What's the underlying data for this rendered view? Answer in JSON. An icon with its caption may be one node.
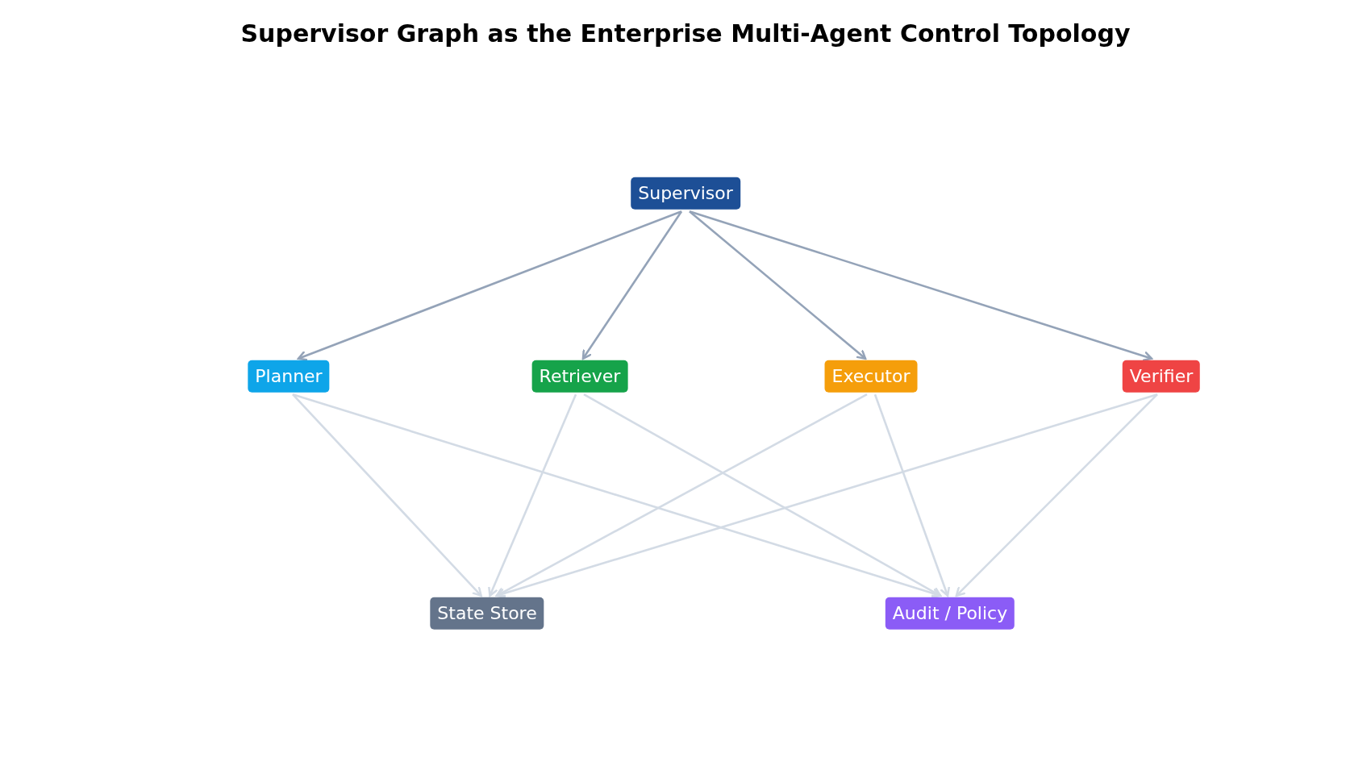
{
  "diagram": {
    "title": "Supervisor Graph as the Enterprise Multi-Agent Control Topology",
    "nodes": [
      {
        "text": [
          "Supervisor"
        ]
      },
      {
        "text": [
          "Planner"
        ]
      },
      {
        "text": [
          "Retriever"
        ]
      },
      {
        "text": [
          "Executor"
        ]
      },
      {
        "text": [
          "Verifier"
        ]
      },
      {
        "text": [
          "State Store"
        ]
      },
      {
        "text": [
          "Audit / Policy"
        ]
      }
    ],
    "edges": [
      {
        "from": 0,
        "to": 1,
        "arrow": "to",
        "color": "#94a3b8"
      },
      {
        "from": 0,
        "to": 2,
        "arrow": "to",
        "color": "#94a3b8"
      },
      {
        "from": 0,
        "to": 3,
        "arrow": "to",
        "color": "#94a3b8"
      },
      {
        "from": 0,
        "to": 4,
        "arrow": "to",
        "color": "#94a3b8"
      },
      {
        "from": 1,
        "to": 5,
        "arrow": "to"
      },
      {
        "from": 1,
        "to": 6,
        "arrow": "to"
      },
      {
        "from": 2,
        "to": 5,
        "arrow": "to"
      },
      {
        "from": 2,
        "to": 6,
        "arrow": "to"
      },
      {
        "from": 3,
        "to": 5,
        "arrow": "to"
      },
      {
        "from": 3,
        "to": 6,
        "arrow": "to"
      },
      {
        "from": 4,
        "to": 5,
        "arrow": "to"
      },
      {
        "from": 4,
        "to": 6,
        "arrow": "to"
      }
    ]
  }
}
